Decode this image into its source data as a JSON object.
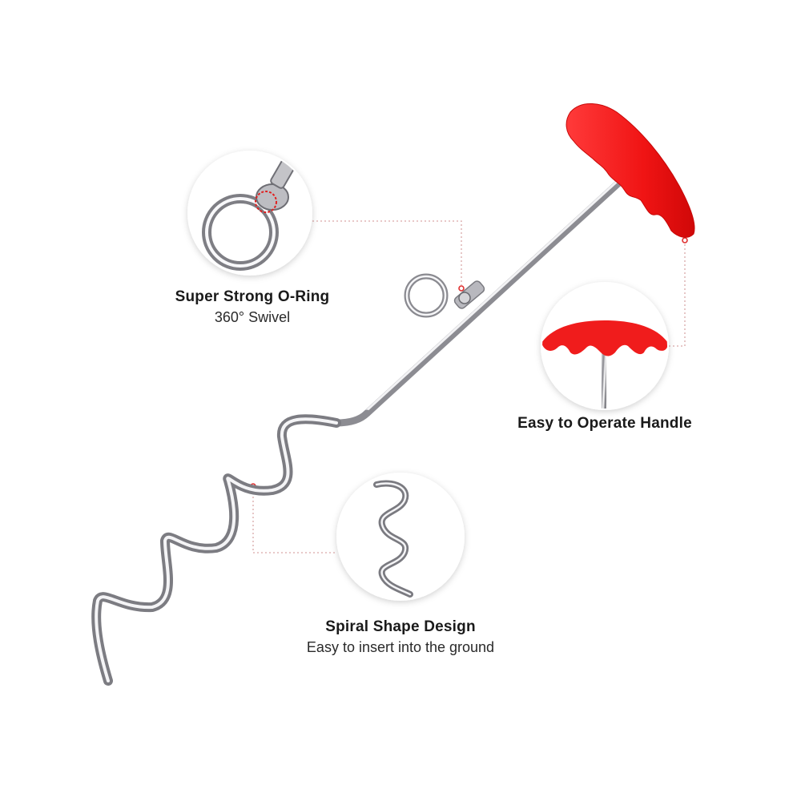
{
  "features": {
    "oring": {
      "title": "Super Strong O-Ring",
      "subtitle": "360° Swivel"
    },
    "handle": {
      "title": "Easy to Operate Handle"
    },
    "spiral": {
      "title": "Spiral Shape Design",
      "subtitle": "Easy to insert into the ground"
    }
  },
  "colors": {
    "handle_red": "#f02020",
    "metal": "#c8c8cc",
    "callout_line": "#d9a0a0",
    "callout_dot": "#e03030"
  }
}
